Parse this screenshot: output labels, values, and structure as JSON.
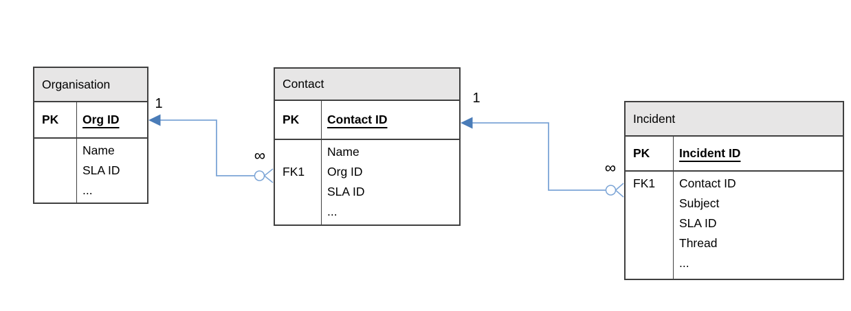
{
  "diagram": {
    "type": "entity-relationship",
    "background": "#ffffff"
  },
  "colors": {
    "table_border": "#3f3f3f",
    "header_fill": "#e7e6e6",
    "connector_line": "#7ba4d6",
    "arrow_fill": "#4a7cb8",
    "text": "#000000"
  },
  "entities": [
    {
      "title": "Organisation",
      "pk_label": "PK",
      "pk_field": "Org ID",
      "fk_rows": [
        "",
        "",
        ""
      ],
      "attributes": [
        "Name",
        "SLA ID",
        "..."
      ]
    },
    {
      "title": "Contact",
      "pk_label": "PK",
      "pk_field": "Contact ID",
      "fk_rows": [
        "",
        "FK1",
        "",
        ""
      ],
      "attributes": [
        "Name",
        "Org ID",
        "SLA ID",
        "..."
      ]
    },
    {
      "title": "Incident",
      "pk_label": "PK",
      "pk_field": "Incident ID",
      "fk_rows": [
        "FK1",
        "",
        "",
        "",
        ""
      ],
      "attributes": [
        "Contact ID",
        "Subject",
        "SLA ID",
        "Thread",
        "..."
      ]
    }
  ],
  "relationships": [
    {
      "from": "Contact",
      "to": "Organisation",
      "one_label": "1",
      "many_label": "∞",
      "notation": "one-to-zero-or-many"
    },
    {
      "from": "Incident",
      "to": "Contact",
      "one_label": "1",
      "many_label": "∞",
      "notation": "one-to-zero-or-many"
    }
  ]
}
